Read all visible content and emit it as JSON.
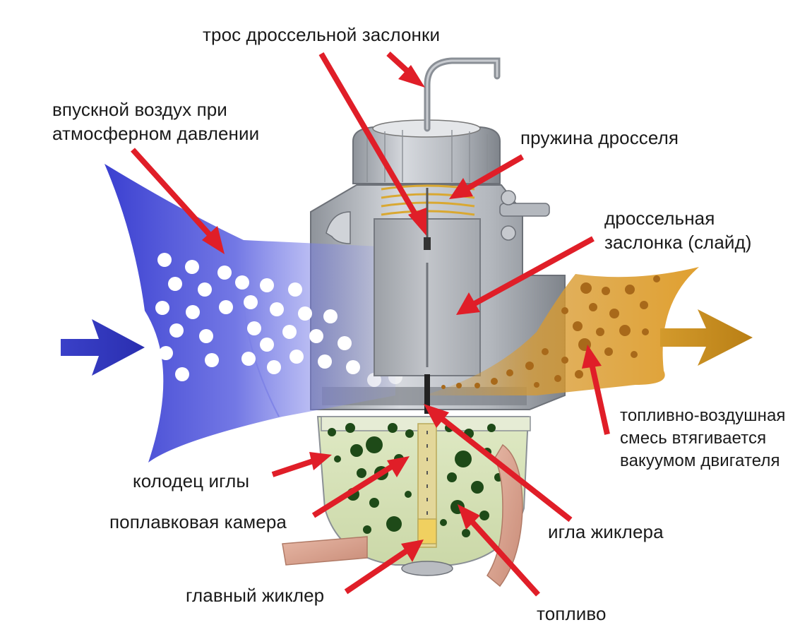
{
  "labels": {
    "throttle_cable": "трос дроссельной заслонки",
    "intake_air": [
      "впускной воздух при",
      "атмосферном давлении"
    ],
    "throttle_spring": "пружина дросселя",
    "throttle_slide": [
      "дроссельная",
      "заслонка (слайд)"
    ],
    "mixture": [
      "топливно-воздушная",
      "смесь втягивается",
      "вакуумом двигателя"
    ],
    "needle_well": "колодец иглы",
    "float_chamber": "поплавковая камера",
    "jet_needle": "игла жиклера",
    "main_jet": "главный жиклер",
    "fuel": "топливо"
  },
  "colors": {
    "air_flow": "#4a4fd6",
    "mixture_flow": "#c88a1c",
    "fuel": "#1e4a18",
    "pointer_arrow": "#e01e28",
    "body_metal": "#b8bcc2"
  }
}
